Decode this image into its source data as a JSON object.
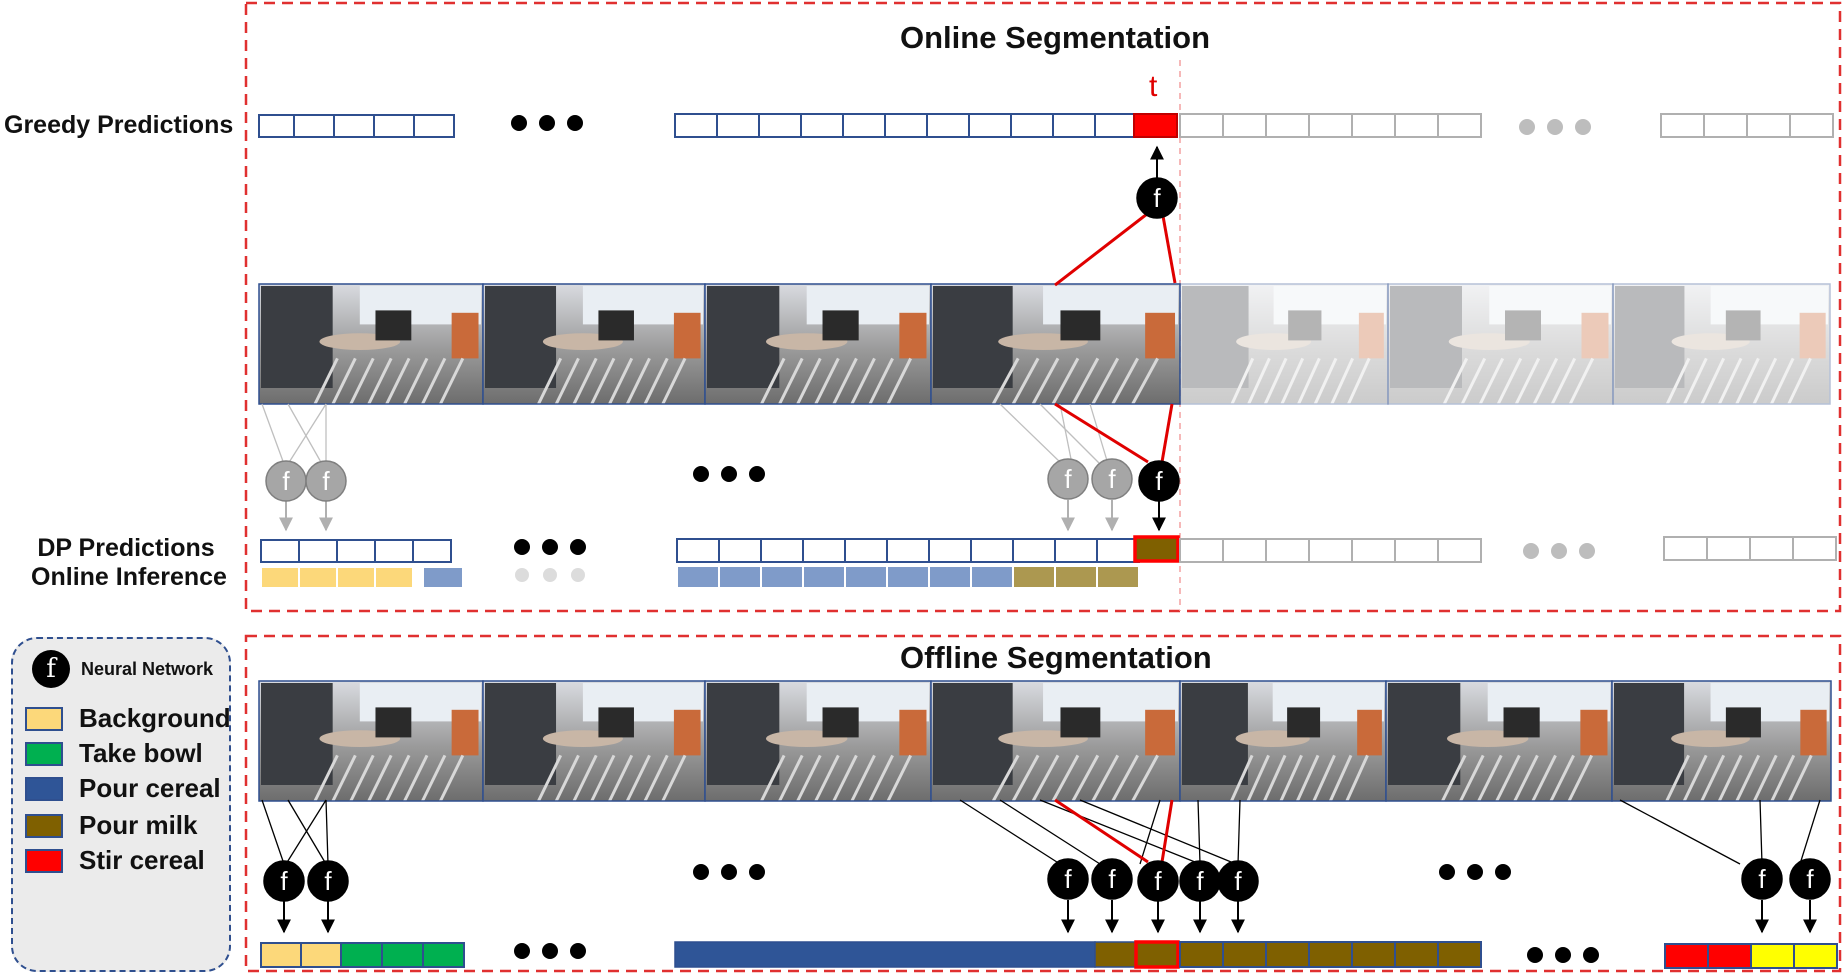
{
  "online": {
    "title": "Online Segmentation",
    "greedy_label": "Greedy Predictions",
    "dp_label_line1": "DP Predictions",
    "dp_label_line2": "Online Inference",
    "time_label": "t"
  },
  "offline": {
    "title": "Offline Segmentation"
  },
  "network_symbol": "f",
  "legend": {
    "network_label": "Neural Network",
    "items": [
      {
        "label": "Background",
        "color": "#fcd87a"
      },
      {
        "label": "Take bowl",
        "color": "#00b050"
      },
      {
        "label": "Pour cereal",
        "color": "#2f5597"
      },
      {
        "label": "Pour milk",
        "color": "#7f6000"
      },
      {
        "label": "Stir cereal",
        "color": "#ff0000"
      }
    ]
  },
  "colors": {
    "frame_border": "#e03030",
    "cell_border": "#2f4f8f",
    "faded": "#b0b0b0",
    "current": "#ff0000",
    "pour_cereal_light": "#7f9bc9",
    "pour_milk_light": "#ac9850",
    "yellow": "#ffff00"
  }
}
